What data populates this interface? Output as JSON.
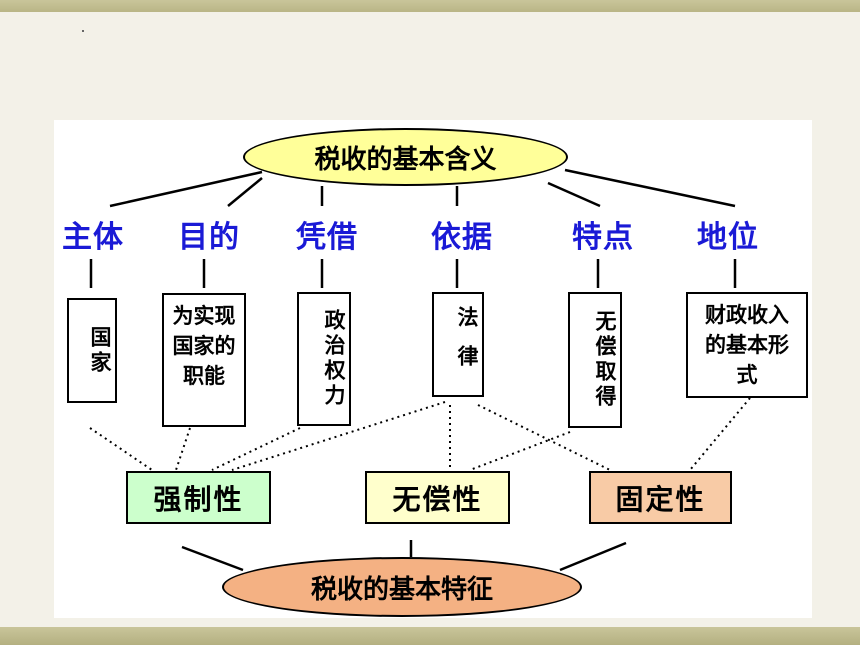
{
  "diagram": {
    "top_title": "税收的基本含义",
    "bottom_title": "税收的基本特征",
    "categories": [
      {
        "label": "主体",
        "content": "国家"
      },
      {
        "label": "目的",
        "content": "为实现国家的职能"
      },
      {
        "label": "凭借",
        "content": "政治权力"
      },
      {
        "label": "依据",
        "content": "法律"
      },
      {
        "label": "特点",
        "content": "无偿取得"
      },
      {
        "label": "地位",
        "content": "财政收入的基本形式"
      }
    ],
    "properties": [
      {
        "label": "强制性",
        "color": "#ccffcc"
      },
      {
        "label": "无偿性",
        "color": "#ffffcc"
      },
      {
        "label": "固定性",
        "color": "#f8cba6"
      }
    ]
  },
  "colors": {
    "category_text": "#1a1ad6",
    "top_ellipse": "#ffff99",
    "bottom_ellipse": "#f4b183",
    "slide_bar": "#c9c59a"
  }
}
